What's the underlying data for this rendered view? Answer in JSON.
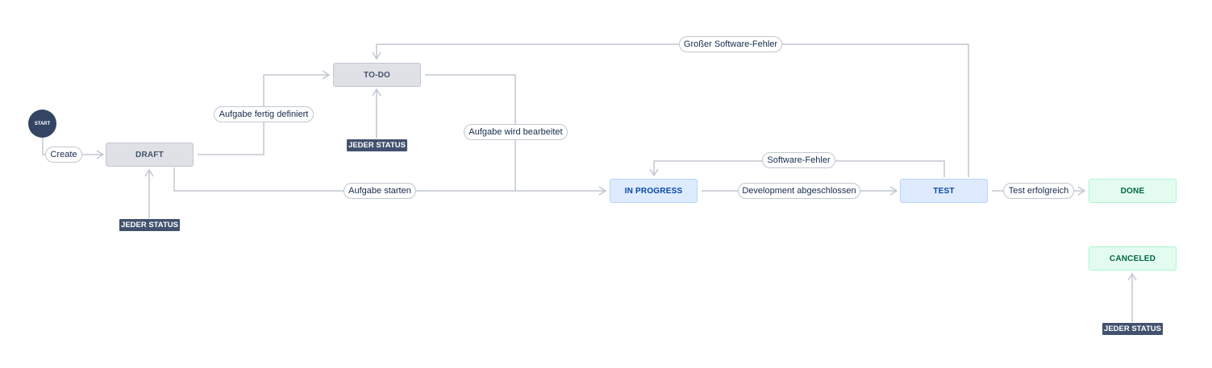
{
  "start": {
    "label": "START"
  },
  "statuses": {
    "draft": "DRAFT",
    "todo": "TO-DO",
    "in_progress": "IN PROGRESS",
    "test": "TEST",
    "done": "DONE",
    "canceled": "CANCELED"
  },
  "transitions": {
    "create": "Create",
    "aufgabe_fertig_definiert": "Aufgabe fertig definiert",
    "aufgabe_starten": "Aufgabe starten",
    "aufgabe_wird_bearbeitet": "Aufgabe wird bearbeitet",
    "grosser_software_fehler": "Großer Software-Fehler",
    "software_fehler": "Software-Fehler",
    "development_abgeschlossen": "Development abgeschlossen",
    "test_erfolgreich": "Test erfolgreich"
  },
  "global_transitions": {
    "draft": "JEDER STATUS",
    "todo": "JEDER STATUS",
    "canceled": "JEDER STATUS"
  },
  "colors": {
    "line": "#c1c7d0",
    "todo_category": "#dfe1e6",
    "inprogress_category": "#deebff",
    "done_category": "#e3fcef",
    "start_node": "#344563",
    "global_badge": "#42526e"
  }
}
